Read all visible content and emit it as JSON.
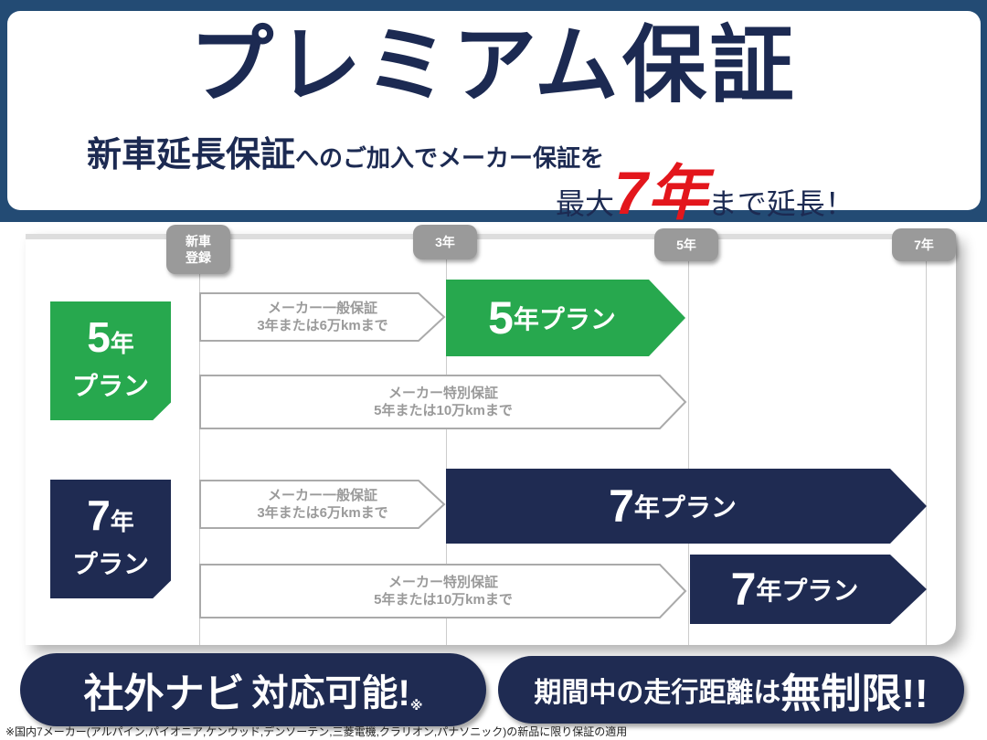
{
  "header": {
    "title": "プレミアム保証",
    "sub_bold": "新車延長保証",
    "sub_rest": "へのご加入でメーカー保証を",
    "line2_pre": "最大",
    "line2_highlight": "7年",
    "line2_post": "まで延長！"
  },
  "timeline": {
    "labels": [
      "新車登録",
      "3年",
      "5年",
      "7年"
    ]
  },
  "plan5": {
    "badge_num": "5",
    "badge_unit": "年",
    "badge_plan": "プラン",
    "general": {
      "line1": "メーカー一般保証",
      "line2": "3年または6万kmまで"
    },
    "plan_arrow": {
      "num": "5",
      "rest": "年プラン"
    },
    "special": {
      "line1": "メーカー特別保証",
      "line2": "5年または10万kmまで"
    }
  },
  "plan7": {
    "badge_num": "7",
    "badge_unit": "年",
    "badge_plan": "プラン",
    "general": {
      "line1": "メーカー一般保証",
      "line2": "3年または6万kmまで"
    },
    "plan_arrow": {
      "num": "7",
      "rest": "年プラン"
    },
    "special": {
      "line1": "メーカー特別保証",
      "line2": "5年または10万kmまで"
    },
    "plan_arrow2": {
      "num": "7",
      "rest": "年プラン"
    }
  },
  "pills": {
    "left_a": "社外ナビ",
    "left_b": "対応可能!",
    "left_mark": "※",
    "right_a": "期間中の走行距離は",
    "right_b": "無制限!!"
  },
  "footnote": "※国内7メーカー(アルパイン,パイオニア,ケンウッド,デンソーテン,三菱電機,クラリオン,パナソニック)の新品に限り保証の適用",
  "colors": {
    "navy": "#1f2b52",
    "green": "#27a84e",
    "red": "#e3161c",
    "band": "#234b74"
  }
}
